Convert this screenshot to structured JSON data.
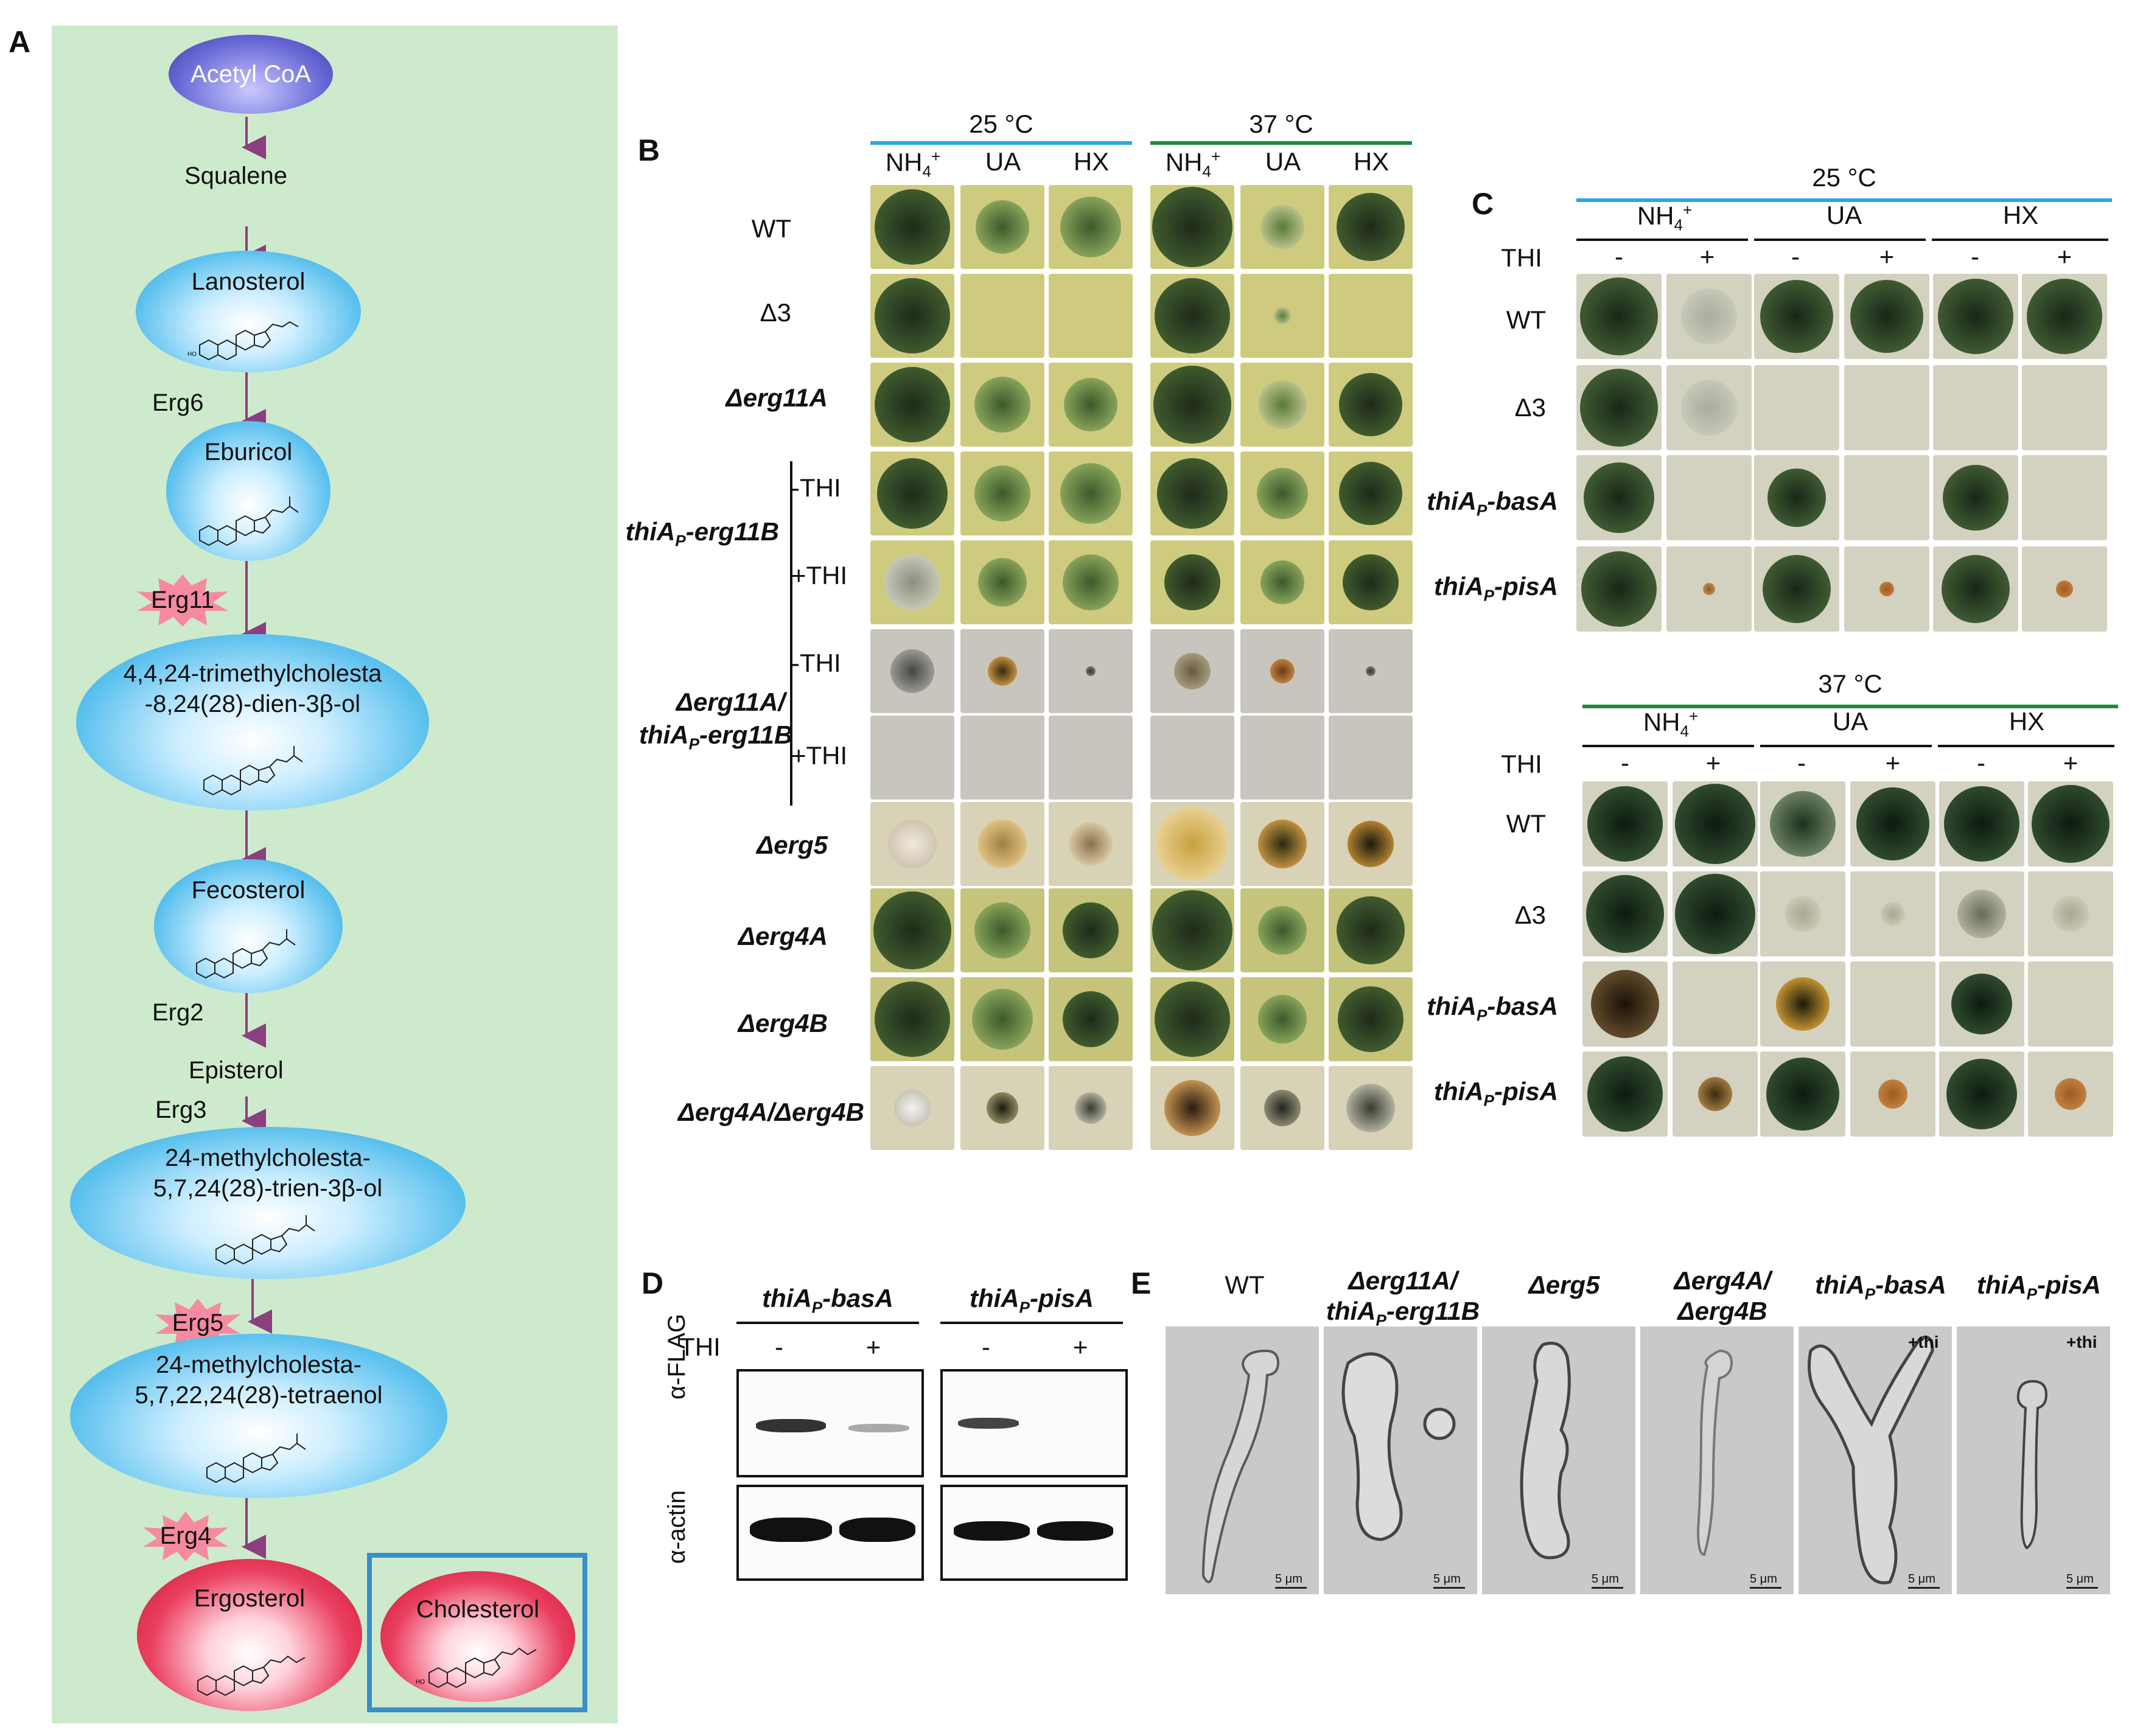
{
  "panel_letters": {
    "a": "A",
    "b": "B",
    "c": "C",
    "d": "D",
    "e": "E"
  },
  "panel_a": {
    "acetyl": "Acetyl CoA",
    "squalene": "Squalene",
    "lanosterol": "Lanosterol",
    "erg6": "Erg6",
    "eburicol": "Eburicol",
    "erg11": "Erg11",
    "trimethyl_line1": "4,4,24-trimethylcholesta",
    "trimethyl_line2": "-8,24(28)-dien-3β-ol",
    "fecosterol": "Fecosterol",
    "erg2": "Erg2",
    "episterol": "Episterol",
    "erg3": "Erg3",
    "trien_line1": "24-methylcholesta-",
    "trien_line2": "5,7,24(28)-trien-3β-ol",
    "erg5": "Erg5",
    "tetra_line1": "24-methylcholesta-",
    "tetra_line2": "5,7,22,24(28)-tetraenol",
    "erg4": "Erg4",
    "ergosterol": "Ergosterol",
    "cholesterol": "Cholesterol",
    "mol_oh": "HO",
    "mol_h": "H"
  },
  "panel_b": {
    "temp_25": "25 °C",
    "temp_37": "37 °C",
    "nh4": "NH",
    "nh4_sub": "4",
    "nh4_sup": "+",
    "ua": "UA",
    "hx": "HX",
    "rows": {
      "wt": "WT",
      "d3": "Δ3",
      "erg11a": "Δerg11A",
      "thi_erg11b_a": "thiA",
      "thi_erg11b_p": "P",
      "thi_erg11b_b": "-erg11B",
      "minus_thi": "-THI",
      "plus_thi": "+THI",
      "double_1": "Δerg11A/",
      "double_2a": "thiA",
      "double_2p": "P",
      "double_2b": "-erg11B",
      "erg5": "Δerg5",
      "erg4a": "Δerg4A",
      "erg4b": "Δerg4B",
      "erg4ab": "Δerg4A/Δerg4B"
    }
  },
  "panel_c": {
    "temp_25": "25 °C",
    "temp_37": "37 °C",
    "nh4": "NH",
    "nh4_sub": "4",
    "nh4_sup": "+",
    "ua": "UA",
    "hx": "HX",
    "thi": "THI",
    "minus": "-",
    "plus": "+",
    "wt": "WT",
    "d3": "Δ3",
    "basa_a": "thiA",
    "basa_p": "P",
    "basa_b": "-basA",
    "pisa_a": "thiA",
    "pisa_p": "P",
    "pisa_b": "-pisA"
  },
  "panel_d": {
    "basa_a": "thiA",
    "basa_p": "P",
    "basa_b": "-basA",
    "pisa_a": "thiA",
    "pisa_p": "P",
    "pisa_b": "-pisA",
    "thi": "THI",
    "minus": "-",
    "plus": "+",
    "flag": "α-FLAG",
    "actin": "α-actin"
  },
  "panel_e": {
    "wt": "WT",
    "d11_1": "Δerg11A/",
    "d11_2a": "thiA",
    "d11_2p": "P",
    "d11_2b": "-erg11B",
    "erg5": "Δerg5",
    "d4_1": "Δerg4A/",
    "d4_2": "Δerg4B",
    "basa_a": "thiA",
    "basa_p": "P",
    "basa_b": "-basA",
    "pisa_a": "thiA",
    "pisa_p": "P",
    "pisa_b": "-pisA",
    "plus_thi": "+thi",
    "scale": "5 μm"
  },
  "colors": {
    "panel_a_bg": "#cdeacd",
    "arrow": "#8a3f7e",
    "enzyme_star": "#f58aa0",
    "cholesterol_box": "#3a8fc9",
    "temp25_bar": "#2aa7e0",
    "temp37_bar": "#1f8a3a"
  }
}
